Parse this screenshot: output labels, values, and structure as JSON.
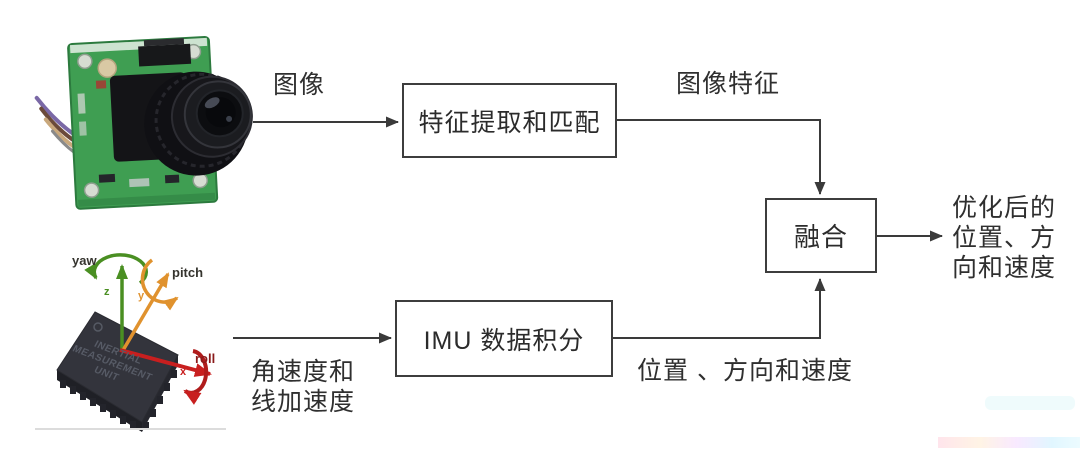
{
  "flow": {
    "boxes": {
      "feature_matching": "特征提取和匹配",
      "imu_integration": "IMU 数据积分",
      "fusion": "融合"
    },
    "edge_labels": {
      "image": "图像",
      "image_features": "图像特征",
      "imu_input": "角速度和\n线加速度",
      "imu_output": "位置 、方向和速度",
      "final_output": "优化后的\n位置、方\n向和速度"
    }
  },
  "imu_figure": {
    "axis_labels": {
      "yaw": "yaw",
      "pitch": "pitch",
      "roll": "roll",
      "x": "x",
      "y": "y",
      "z": "z"
    },
    "chip_label": "INERTIAL\nMEASUREMENT\nUNIT"
  },
  "colors": {
    "arrow": "#3a3a3a",
    "box_border": "#3d3d3d",
    "text": "#2f2f2f",
    "pcb_green": "#3f9e52",
    "yaw_green": "#4a8f22",
    "pitch_orange": "#e0922e",
    "roll_red": "#c81f1f"
  }
}
